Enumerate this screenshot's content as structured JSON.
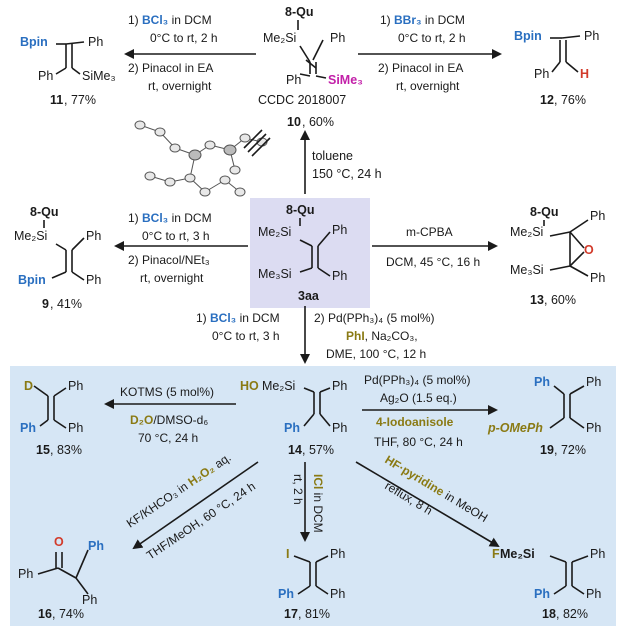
{
  "colors": {
    "panel_bg": "#d6e6f5",
    "center_box_bg": "#dcdcf2",
    "blue": "#2a6fc0",
    "olive": "#8a7a14",
    "magenta": "#c21fa8",
    "dark_red": "#8b1a1a",
    "red": "#d23b2b"
  },
  "center": {
    "group": "8-Qu",
    "si_top": "Me₂Si",
    "si_bottom": "Me₃Si",
    "ph1": "Ph",
    "ph2": "Ph",
    "id": "3aa"
  },
  "top": {
    "group": "8-Qu",
    "si_top": "Me₂Si",
    "si_bottom": "SiMe₃",
    "ph1": "Ph",
    "ph2": "Ph",
    "ccdc": "CCDC 2018007",
    "id": "10",
    "yield": ", 60%",
    "cond1": "toluene",
    "cond2": "150 °C, 24 h",
    "crystal_icon": "ortep-structure-icon"
  },
  "top_left": {
    "c1a": "1) ",
    "c1b": "BCl₃",
    "c1c": " in DCM",
    "c2": "0°C to rt, 2 h",
    "c3": "2) Pinacol in EA",
    "c4": "rt, overnight",
    "sub1": "Bpin",
    "sub2": "Ph",
    "sub3": "Ph",
    "sub4": "SiMe₃",
    "id": "11",
    "yield": ", 77%"
  },
  "top_right": {
    "c1a": "1) ",
    "c1b": "BBr₃",
    "c1c": " in DCM",
    "c2": "0°C to rt, 2 h",
    "c3": "2) Pinacol in EA",
    "c4": "rt, overnight",
    "sub1": "Bpin",
    "sub2": "Ph",
    "sub3": "Ph",
    "sub4": "H",
    "id": "12",
    "yield": ", 76%"
  },
  "mid_left": {
    "c1a": "1) ",
    "c1b": "BCl₃",
    "c1c": " in DCM",
    "c2": "0°C to rt, 3 h",
    "c3": "2) Pinacol/NEt₃",
    "c4": "rt, overnight",
    "group": "8-Qu",
    "si": "Me₂Si",
    "ph1": "Ph",
    "bpin": "Bpin",
    "ph2": "Ph",
    "id": "9",
    "yield": ", 41%"
  },
  "mid_right": {
    "c1": "m-CPBA",
    "c2": "DCM, 45 °C, 16 h",
    "group": "8-Qu",
    "si_top": "Me₂Si",
    "si_bottom": "Me₃Si",
    "o": "O",
    "ph1": "Ph",
    "ph2": "Ph",
    "id": "13",
    "yield": ", 60%"
  },
  "down": {
    "c1a": "1) ",
    "c1b": "BCl₃",
    "c1c": " in DCM",
    "c2": "0°C to rt, 3 h",
    "c3": "2) Pd(PPh₃)₄ (5 mol%)",
    "c4a": "PhI",
    "c4b": ", Na₂CO₃,",
    "c5": "DME, 100 °C, 12 h"
  },
  "center14": {
    "ho": "HO",
    "si": "Me₂Si",
    "ph1": "Ph",
    "ph2": "Ph",
    "ph3": "Ph",
    "id": "14",
    "yield": ", 57%"
  },
  "p15": {
    "c1": "KOTMS (5 mol%)",
    "c2a": "D₂O",
    "c2b": "/DMSO-d₆",
    "c3": "70 °C, 24 h",
    "d": "D",
    "ph1": "Ph",
    "ph2": "Ph",
    "ph3": "Ph",
    "id": "15",
    "yield": ", 83%"
  },
  "p19": {
    "c1": "Pd(PPh₃)₄ (5 mol%)",
    "c2": "Ag₂O (1.5 eq.)",
    "c3": "4-Iodoanisole",
    "c4": "THF, 80 °C, 24 h",
    "ph1": "Ph",
    "ph2": "Ph",
    "ph3": "Ph",
    "pome": "p-OMePh",
    "id": "19",
    "yield": ", 72%"
  },
  "p16": {
    "c1a": "KF/KHCO₃ in ",
    "c1b": "H₂O₂",
    "c1c": " aq.",
    "c2": "THF/MeOH, 60 °C, 24 h",
    "o": "O",
    "ph1": "Ph",
    "ph2": "Ph",
    "ph3": "Ph",
    "id": "16",
    "yield": ", 74%"
  },
  "p17": {
    "c1a": "ICl",
    "c1b": " in DCM",
    "c2": "rt, 2 h",
    "i": "I",
    "ph1": "Ph",
    "ph2": "Ph",
    "ph3": "Ph",
    "id": "17",
    "yield": ", 81%"
  },
  "p18": {
    "c1a": "HF·pyridine",
    "c1b": " in MeOH",
    "c2": "reflux, 8 h",
    "f": "F",
    "si": "Me₂Si",
    "ph1": "Ph",
    "ph2": "Ph",
    "ph3": "Ph",
    "id": "18",
    "yield": ", 82%"
  }
}
